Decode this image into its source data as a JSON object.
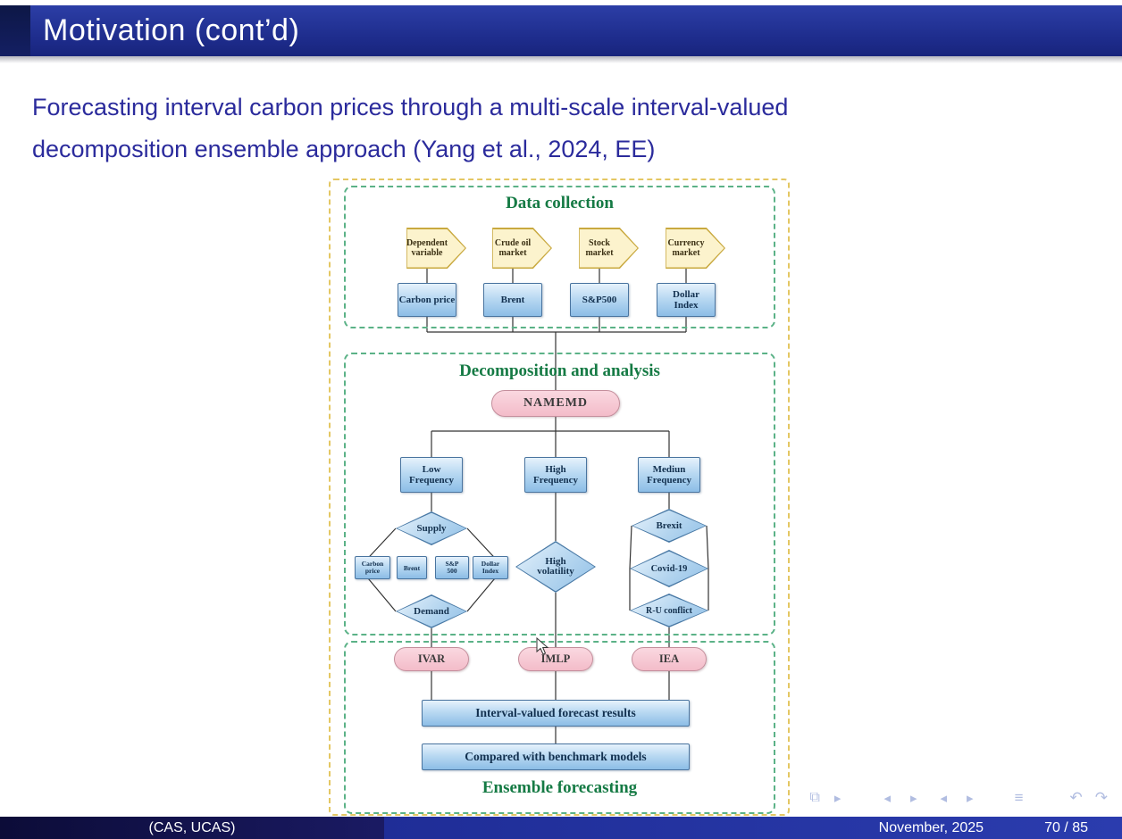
{
  "header": {
    "title": "Motivation (cont’d)"
  },
  "intro": {
    "line1": "Forecasting interval carbon prices through a multi-scale interval-valued",
    "line2": "decomposition ensemble approach (Yang et al., 2024, EE)"
  },
  "diagram": {
    "data_collection": {
      "title": "Data collection",
      "hexagons": [
        "Dependent variable",
        "Crude oil market",
        "Stock market",
        "Currency market"
      ],
      "boxes": [
        "Carbon price",
        "Brent",
        "S&P500",
        "Dollar Index"
      ]
    },
    "decomposition": {
      "title": "Decomposition and analysis",
      "namemd": "NAMEMD",
      "frequencies": [
        "Low Frequency",
        "High Frequency",
        "Mediun Frequency"
      ],
      "supply": "Supply",
      "demand": "Demand",
      "factor_boxes": [
        "Carbon price",
        "Brent",
        "S&P 500",
        "Dollar Index"
      ],
      "high_volatility": "High volatility",
      "events": [
        "Brexit",
        "Covid-19",
        "R-U conflict"
      ]
    },
    "ensemble": {
      "title": "Ensemble forecasting",
      "models": [
        "IVAR",
        "IMLP",
        "IEA"
      ],
      "results": "Interval-valued forecast results",
      "comparison": "Compared with benchmark models"
    }
  },
  "nav": {
    "symbols": [
      "⧉",
      "▸",
      "◂",
      "▸",
      "◂",
      "▸",
      "≡",
      "↶",
      "↷"
    ]
  },
  "footer": {
    "authors": "(CAS, UCAS)",
    "date": "November, 2025",
    "page": "70 / 85"
  },
  "colors": {
    "accent_blue": "#1d2b8a",
    "section_green": "#157a44",
    "shape_blue": "#8cbde6",
    "shape_pink": "#f3bcc9",
    "shape_yellow": "#fcf3cd"
  }
}
